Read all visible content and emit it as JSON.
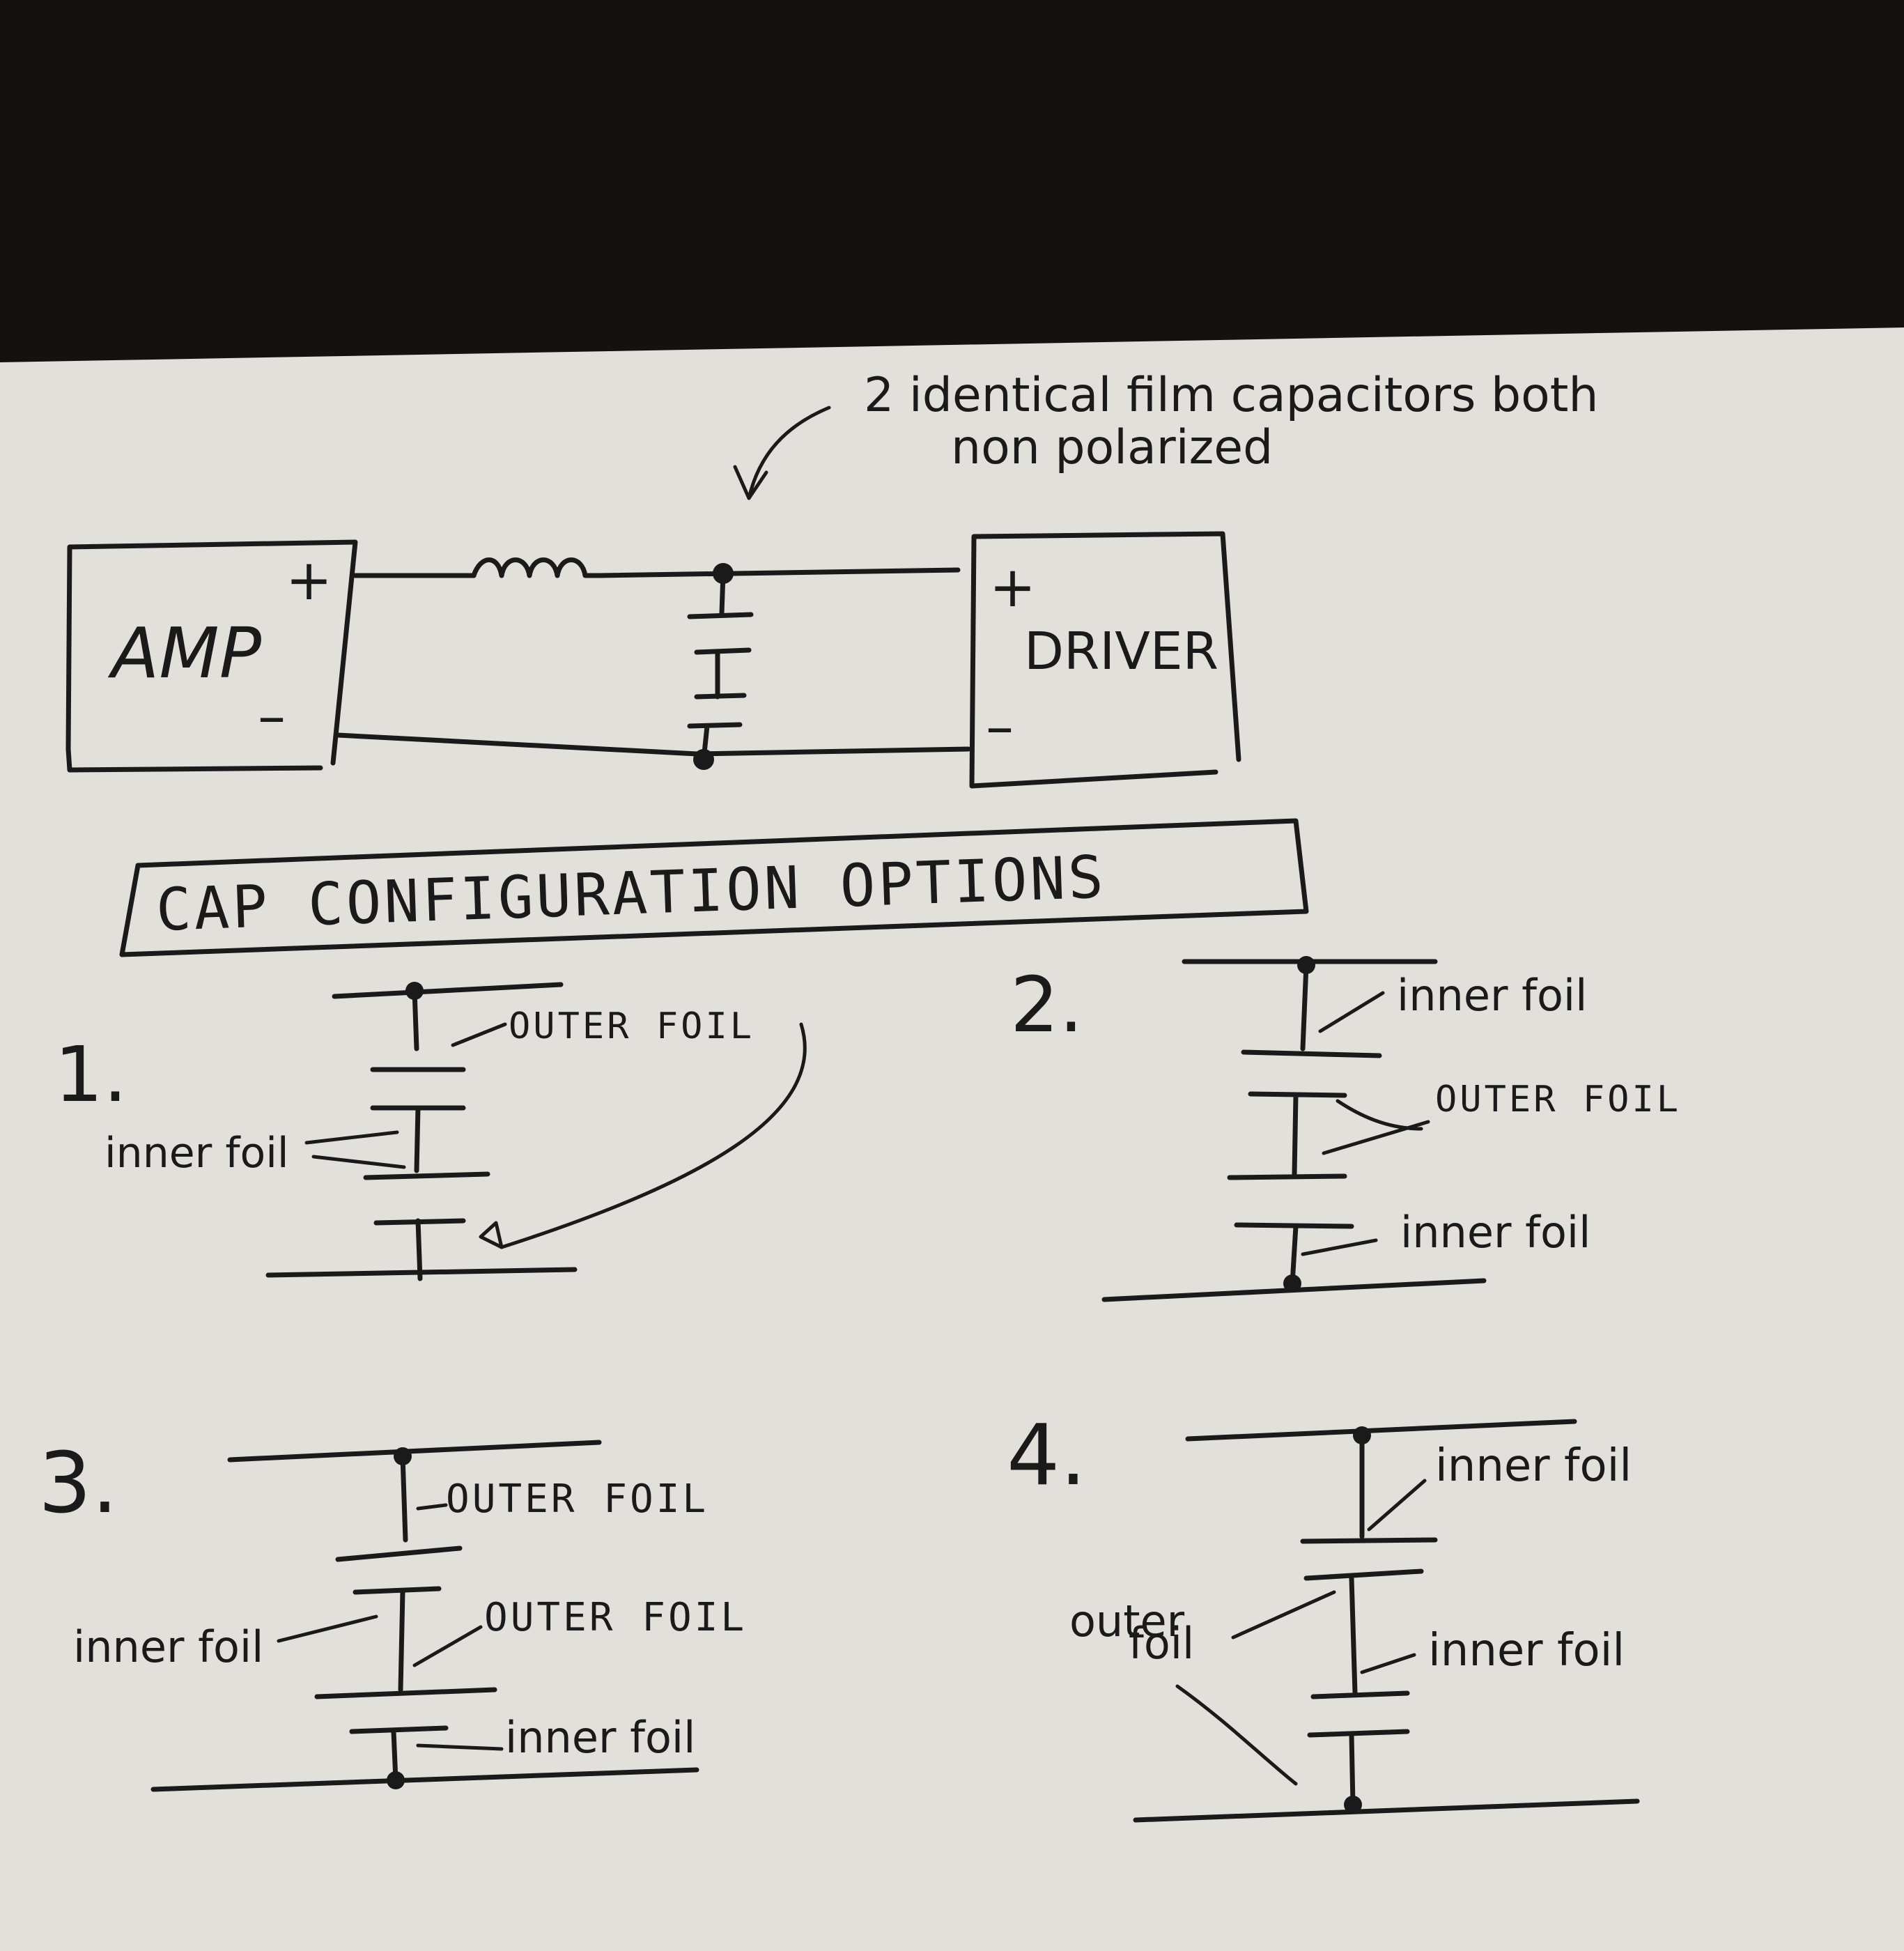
{
  "note": {
    "line1": "2 identical film capacitors both",
    "line2": "non polarized"
  },
  "circuit": {
    "amp_label": "AMP",
    "amp_plus": "+",
    "amp_minus": "–",
    "driver_label": "DRIVER",
    "driver_plus": "+",
    "driver_minus": "–"
  },
  "section_title": "CAP CONFIGURATION OPTIONS",
  "options": [
    {
      "number": "1.",
      "labels": [
        "OUTER FOIL",
        "inner foil"
      ]
    },
    {
      "number": "2.",
      "labels": [
        "inner foil",
        "OUTER FOIL",
        "inner foil"
      ]
    },
    {
      "number": "3.",
      "labels": [
        "OUTER FOIL",
        "inner foil",
        "OUTER FOIL",
        "inner foil"
      ]
    },
    {
      "number": "4.",
      "labels": [
        "inner foil",
        "outer",
        "foil",
        "inner foil"
      ]
    }
  ],
  "colors": {
    "paper": "#e2e0db",
    "ink": "#1a1a1a",
    "background": "#141110"
  }
}
